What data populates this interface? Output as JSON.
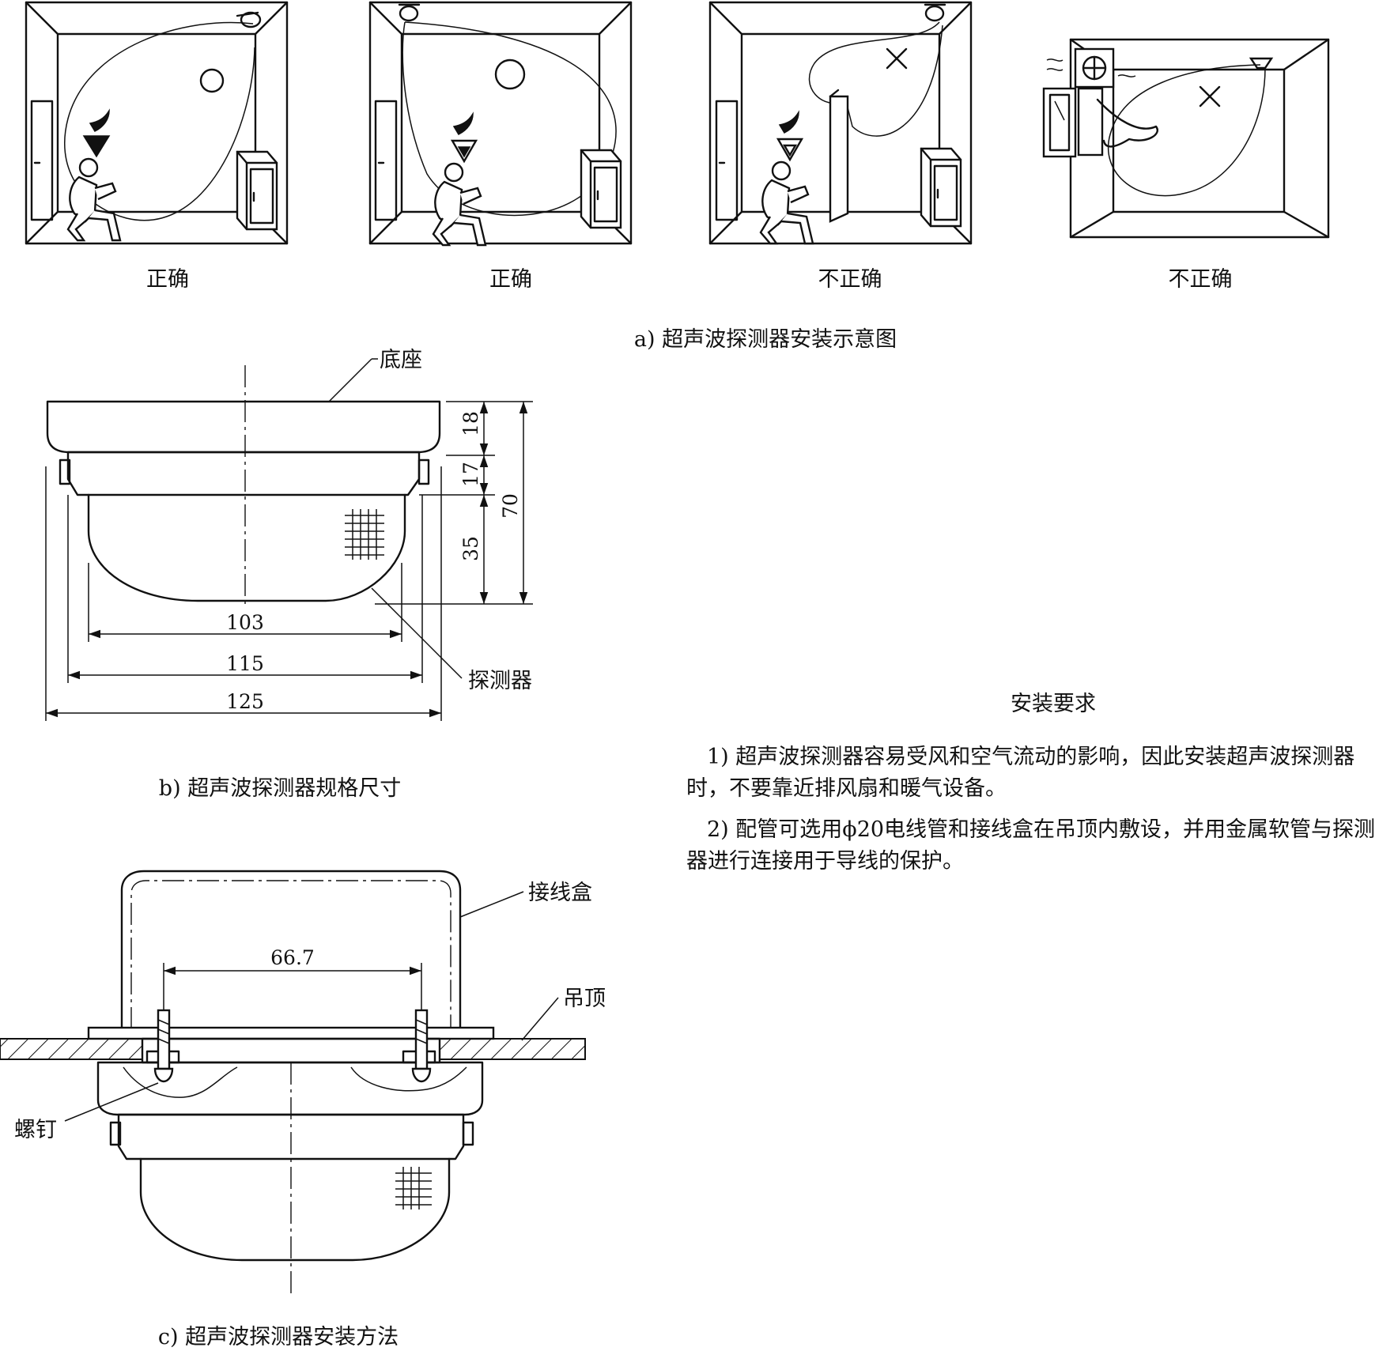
{
  "panel_a": {
    "scenes": [
      {
        "verdict": "正确"
      },
      {
        "verdict": "正确"
      },
      {
        "verdict": "不正确"
      },
      {
        "verdict": "不正确"
      }
    ],
    "caption": "a) 超声波探测器安装示意图"
  },
  "panel_b": {
    "caption": "b) 超声波探测器规格尺寸",
    "labels": {
      "base": "底座",
      "detector": "探测器"
    },
    "dims": {
      "d18": "18",
      "d17": "17",
      "d35": "35",
      "d70": "70",
      "d103": "103",
      "d115": "115",
      "d125": "125"
    }
  },
  "panel_c": {
    "caption": "c) 超声波探测器安装方法",
    "labels": {
      "junction_box": "接线盒",
      "ceiling": "吊顶",
      "screw": "螺钉"
    },
    "dims": {
      "d66_7": "66.7"
    }
  },
  "requirements": {
    "title": "安装要求",
    "items": [
      "1) 超声波探测器容易受风和空气流动的影响，因此安装超声波探测器时，不要靠近排风扇和暖气设备。",
      "2) 配管可选用ϕ20电线管和接线盒在吊顶内敷设，并用金属软管与探测器进行连接用于导线的保护。"
    ]
  }
}
